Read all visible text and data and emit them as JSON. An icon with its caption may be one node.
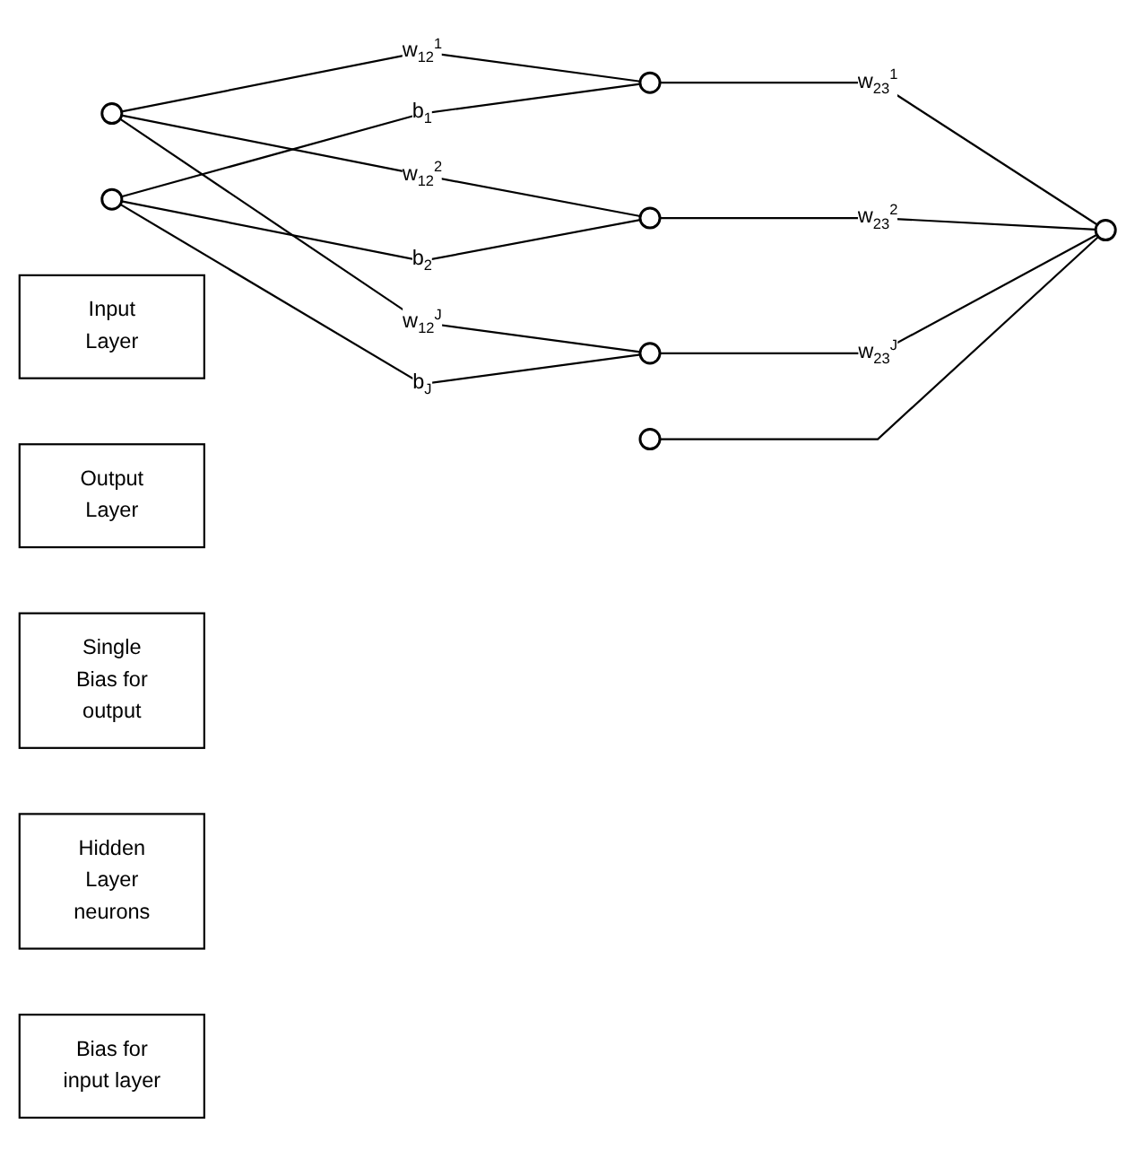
{
  "diagram": {
    "nodes": [
      {
        "text": [
          "Input Layer"
        ]
      },
      {
        "text": [
          "Output Layer"
        ]
      },
      {
        "text": [],
        "shape": "circle"
      },
      {
        "text": [],
        "shape": "circle"
      },
      {
        "text": [],
        "shape": "circle"
      },
      {
        "text": [],
        "shape": "circle"
      },
      {
        "text": [],
        "shape": "circle"
      },
      {
        "text": [],
        "shape": "circle"
      },
      {
        "text": [
          "Single Bias for output"
        ]
      },
      {
        "text": [
          "Hidden Layer neurons"
        ]
      },
      {
        "text": [],
        "shape": "circle"
      },
      {
        "text": [
          "Bias for input layer"
        ]
      }
    ],
    "edges": [
      {
        "from": 3,
        "to": 2,
        "arrow": "none",
        "label": "w$_{12}$$^{1}$"
      },
      {
        "from": 3,
        "to": 4,
        "arrow": "none",
        "label": "w$_{12}$$^{2}$"
      },
      {
        "from": 3,
        "to": 5,
        "arrow": "none",
        "label": "w$_{12}$$^{J}$"
      },
      {
        "from": 10,
        "to": 2,
        "arrow": "none",
        "label": "b$_{1}$"
      },
      {
        "from": 10,
        "to": 4,
        "arrow": "none",
        "label": "b$_{2}$"
      },
      {
        "from": 10,
        "to": 5,
        "arrow": "none",
        "label": "b$_{J}$"
      },
      {
        "from": 2,
        "to": 6,
        "arrow": "none",
        "label": "w$_{23}$$^{1}$"
      },
      {
        "from": 4,
        "to": 6,
        "arrow": "none",
        "label": "w$_{23}$$^{2}$"
      },
      {
        "from": 5,
        "to": 6,
        "arrow": "none",
        "label": "w$_{23}$$^{J}$"
      },
      {
        "from": 7,
        "to": 6,
        "arrow": "none"
      }
    ]
  }
}
